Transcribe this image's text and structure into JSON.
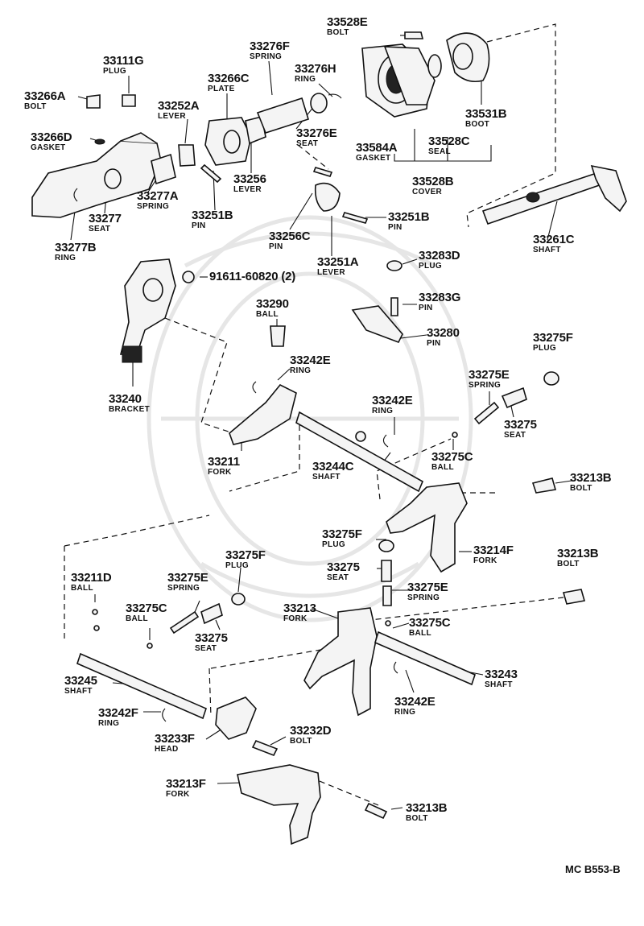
{
  "diagram_code": "MC B553-B",
  "labels": {
    "p33528E": {
      "part_no": "33528E",
      "name": "BOLT"
    },
    "p33111G": {
      "part_no": "33111G",
      "name": "PLUG"
    },
    "p33276F": {
      "part_no": "33276F",
      "name": "SPRING"
    },
    "p33276H": {
      "part_no": "33276H",
      "name": "RING"
    },
    "p33266A": {
      "part_no": "33266A",
      "name": "BOLT"
    },
    "p33266C": {
      "part_no": "33266C",
      "name": "PLATE"
    },
    "p33252A": {
      "part_no": "33252A",
      "name": "LEVER"
    },
    "p33531B": {
      "part_no": "33531B",
      "name": "BOOT"
    },
    "p33266D": {
      "part_no": "33266D",
      "name": "GASKET"
    },
    "p33276E": {
      "part_no": "33276E",
      "name": "SEAT"
    },
    "p33584A": {
      "part_no": "33584A",
      "name": "GASKET"
    },
    "p33528C": {
      "part_no": "33528C",
      "name": "SEAL"
    },
    "p33528B": {
      "part_no": "33528B",
      "name": "COVER"
    },
    "p33256": {
      "part_no": "33256",
      "name": "LEVER"
    },
    "p33277A": {
      "part_no": "33277A",
      "name": "SPRING"
    },
    "p33277": {
      "part_no": "33277",
      "name": "SEAT"
    },
    "p33251B_a": {
      "part_no": "33251B",
      "name": "PIN"
    },
    "p33251B_b": {
      "part_no": "33251B",
      "name": "PIN"
    },
    "p33256C": {
      "part_no": "33256C",
      "name": "PIN"
    },
    "p33261C": {
      "part_no": "33261C",
      "name": "SHAFT"
    },
    "p33277B": {
      "part_no": "33277B",
      "name": "RING"
    },
    "p33251A": {
      "part_no": "33251A",
      "name": "LEVER"
    },
    "p33283D": {
      "part_no": "33283D",
      "name": "PLUG"
    },
    "p91611": {
      "part_no": "91611-60820 (2)",
      "name": ""
    },
    "p33283G": {
      "part_no": "33283G",
      "name": "PIN"
    },
    "p33290": {
      "part_no": "33290",
      "name": "BALL"
    },
    "p33280": {
      "part_no": "33280",
      "name": "PIN"
    },
    "p33275F_a": {
      "part_no": "33275F",
      "name": "PLUG"
    },
    "p33242E_a": {
      "part_no": "33242E",
      "name": "RING"
    },
    "p33275E_a": {
      "part_no": "33275E",
      "name": "SPRING"
    },
    "p33240": {
      "part_no": "33240",
      "name": "BRACKET"
    },
    "p33242E_b": {
      "part_no": "33242E",
      "name": "RING"
    },
    "p33275_a": {
      "part_no": "33275",
      "name": "SEAT"
    },
    "p33275C_a": {
      "part_no": "33275C",
      "name": "BALL"
    },
    "p33211": {
      "part_no": "33211",
      "name": "FORK"
    },
    "p33244C": {
      "part_no": "33244C",
      "name": "SHAFT"
    },
    "p33213B_a": {
      "part_no": "33213B",
      "name": "BOLT"
    },
    "p33275F_b": {
      "part_no": "33275F",
      "name": "PLUG"
    },
    "p33214F": {
      "part_no": "33214F",
      "name": "FORK"
    },
    "p33213B_b": {
      "part_no": "33213B",
      "name": "BOLT"
    },
    "p33275F_c": {
      "part_no": "33275F",
      "name": "PLUG"
    },
    "p33211D": {
      "part_no": "33211D",
      "name": "BALL"
    },
    "p33275E_b": {
      "part_no": "33275E",
      "name": "SPRING"
    },
    "p33275_b": {
      "part_no": "33275",
      "name": "SEAT"
    },
    "p33275E_c": {
      "part_no": "33275E",
      "name": "SPRING"
    },
    "p33275C_b": {
      "part_no": "33275C",
      "name": "BALL"
    },
    "p33213": {
      "part_no": "33213",
      "name": "FORK"
    },
    "p33275C_c": {
      "part_no": "33275C",
      "name": "BALL"
    },
    "p33275_c": {
      "part_no": "33275",
      "name": "SEAT"
    },
    "p33243": {
      "part_no": "33243",
      "name": "SHAFT"
    },
    "p33245": {
      "part_no": "33245",
      "name": "SHAFT"
    },
    "p33242E_c": {
      "part_no": "33242E",
      "name": "RING"
    },
    "p33242F": {
      "part_no": "33242F",
      "name": "RING"
    },
    "p33232D": {
      "part_no": "33232D",
      "name": "BOLT"
    },
    "p33233F": {
      "part_no": "33233F",
      "name": "HEAD"
    },
    "p33213F": {
      "part_no": "33213F",
      "name": "FORK"
    },
    "p33213B_c": {
      "part_no": "33213B",
      "name": "BOLT"
    }
  }
}
